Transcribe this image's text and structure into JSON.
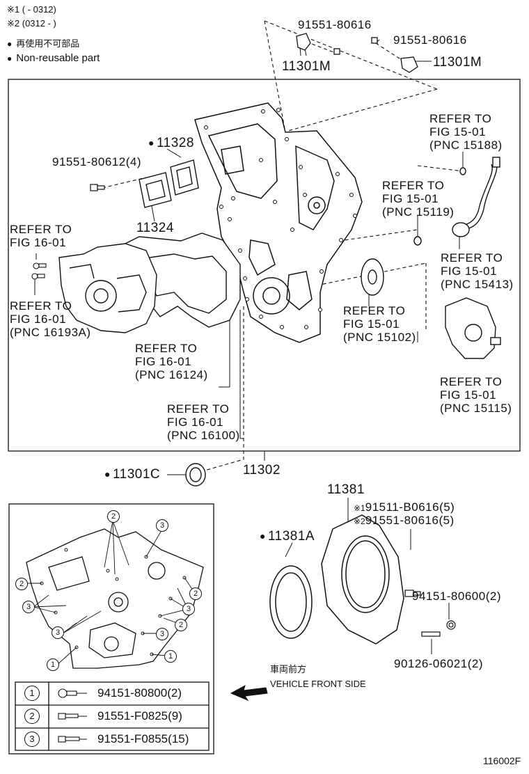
{
  "legend": {
    "note1": "※1 (        - 0312)",
    "note2": "※2 (0312 -        )",
    "nonreuse_jp": "再使用不可部品",
    "nonreuse_en": "Non-reusable part"
  },
  "top": {
    "bolt_a": "91551-80616",
    "bolt_b": "91551-80616",
    "sensor_a": "11301M",
    "sensor_b": "11301M"
  },
  "main": {
    "gasket_11328": "11328",
    "bolt_80612": "91551-80612(4)",
    "gasket_11324": "11324",
    "ref_16_01_a": [
      "REFER TO",
      "FIG 16-01"
    ],
    "ref_16193a": [
      "REFER TO",
      "FIG 16-01",
      "(PNC 16193A)"
    ],
    "ref_16124": [
      "REFER TO",
      "FIG 16-01",
      "(PNC 16124)"
    ],
    "ref_16100": [
      "REFER TO",
      "FIG 16-01",
      "(PNC 16100)"
    ],
    "ref_15188": [
      "REFER TO",
      "FIG 15-01",
      "(PNC 15188)"
    ],
    "ref_15119": [
      "REFER TO",
      "FIG 15-01",
      "(PNC 15119)"
    ],
    "ref_15413": [
      "REFER TO",
      "FIG 15-01",
      "(PNC 15413)"
    ],
    "ref_15102": [
      "REFER TO",
      "FIG 15-01",
      "(PNC 15102)"
    ],
    "ref_15115": [
      "REFER TO",
      "FIG 15-01",
      "(PNC 15115)"
    ]
  },
  "bottom": {
    "seal_11301c": "11301C",
    "cover_11302": "11302",
    "retainer_11381": "11381",
    "bolt_x1": "91511-B0616(5)",
    "bolt_x2": "91551-80616(5)",
    "seal_11381a": "11381A",
    "nut_80600": "94151-80600(2)",
    "stud_06021": "90126-06021(2)",
    "front_jp": "車両前方",
    "front_en": "VEHICLE FRONT SIDE",
    "fig_code": "116002F"
  },
  "callout_table": [
    {
      "num": "1",
      "part": "94151-80800(2)"
    },
    {
      "num": "2",
      "part": "91551-F0825(9)"
    },
    {
      "num": "3",
      "part": "91551-F0855(15)"
    }
  ]
}
